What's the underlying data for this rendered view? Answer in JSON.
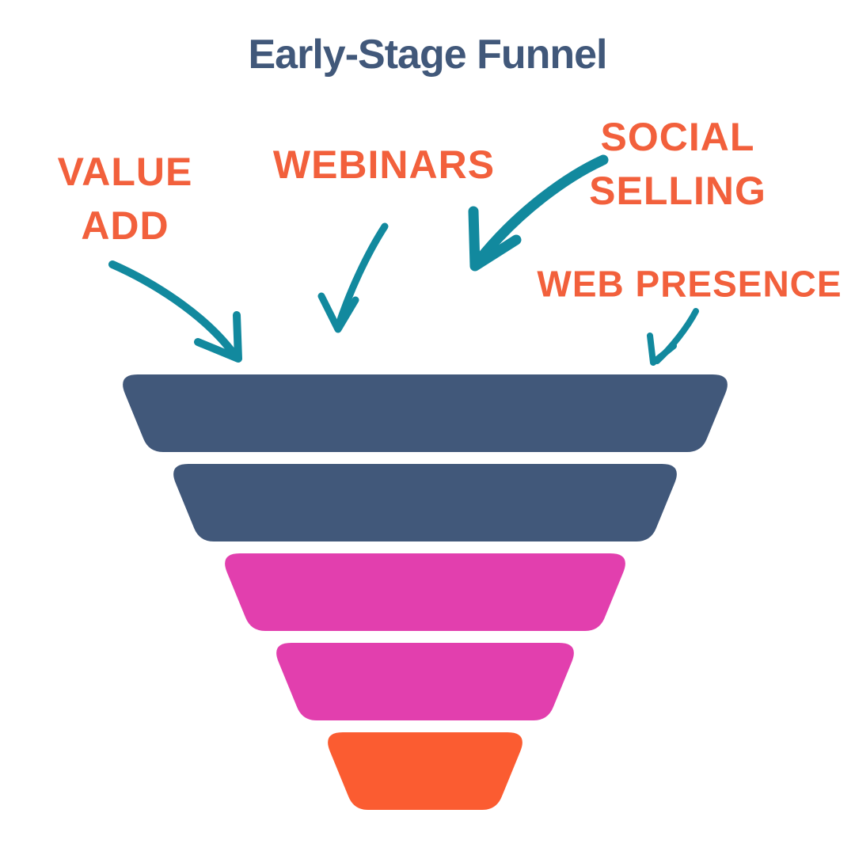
{
  "title": {
    "text": "Early-Stage Funnel"
  },
  "colors": {
    "background": "#ffffff",
    "title": "#41587a",
    "label": "#f2603c",
    "arrow": "#12899e",
    "slate": "#41587a",
    "magenta": "#e23fae",
    "orange": "#fb5c31"
  },
  "annotations": [
    {
      "id": "value-add",
      "lines": [
        "VALUE",
        "ADD"
      ]
    },
    {
      "id": "webinars",
      "lines": [
        "WEBINARS"
      ]
    },
    {
      "id": "social-selling",
      "lines": [
        "SOCIAL",
        "SELLING"
      ]
    },
    {
      "id": "web-presence",
      "lines": [
        "WEB PRESENCE"
      ]
    }
  ],
  "funnel": {
    "type": "funnel",
    "stage_count": 5,
    "stages": [
      {
        "name": "stage-1",
        "color": "#41587a"
      },
      {
        "name": "stage-2",
        "color": "#41587a"
      },
      {
        "name": "stage-3",
        "color": "#e23fae"
      },
      {
        "name": "stage-4",
        "color": "#e23fae"
      },
      {
        "name": "stage-5",
        "color": "#fb5c31"
      }
    ]
  }
}
